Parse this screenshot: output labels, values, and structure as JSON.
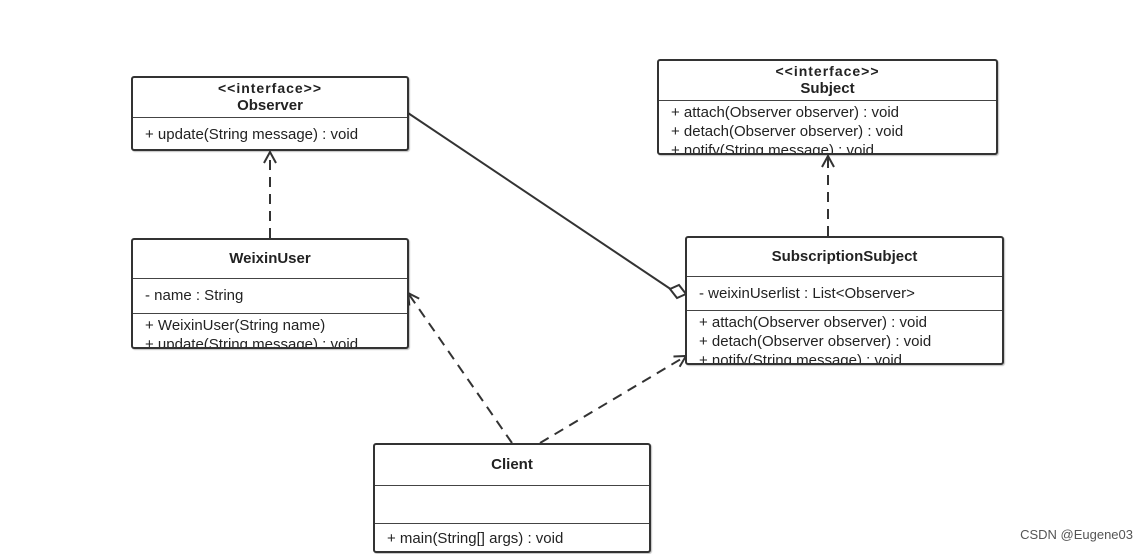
{
  "classes": {
    "observer": {
      "stereotype": "<<interface>>",
      "name": "Observer",
      "attributes": [],
      "methods": [
        "+ update(String message) : void"
      ]
    },
    "subject": {
      "stereotype": "<<interface>>",
      "name": "Subject",
      "attributes": [],
      "methods": [
        "+ attach(Observer observer) : void",
        "+ detach(Observer observer) : void",
        "+ notify(String message) : void"
      ]
    },
    "weixin_user": {
      "name": "WeixinUser",
      "attributes": [
        "- name : String"
      ],
      "methods": [
        "+ WeixinUser(String name)",
        "+ update(String message) : void"
      ]
    },
    "subscription_subject": {
      "name": "SubscriptionSubject",
      "attributes": [
        "- weixinUserlist : List<Observer>"
      ],
      "methods": [
        "+ attach(Observer observer) : void",
        "+ detach(Observer observer) : void",
        "+ notify(String message) : void"
      ]
    },
    "client": {
      "name": "Client",
      "attributes": [],
      "methods": [
        "+ main(String[] args) : void"
      ]
    }
  },
  "relationships": [
    {
      "from": "WeixinUser",
      "to": "Observer",
      "kind": "realization"
    },
    {
      "from": "SubscriptionSubject",
      "to": "Subject",
      "kind": "realization"
    },
    {
      "from": "SubscriptionSubject",
      "to": "Observer",
      "kind": "aggregation"
    },
    {
      "from": "Client",
      "to": "WeixinUser",
      "kind": "dependency"
    },
    {
      "from": "Client",
      "to": "SubscriptionSubject",
      "kind": "dependency"
    }
  ],
  "watermark": "CSDN @Eugene03"
}
